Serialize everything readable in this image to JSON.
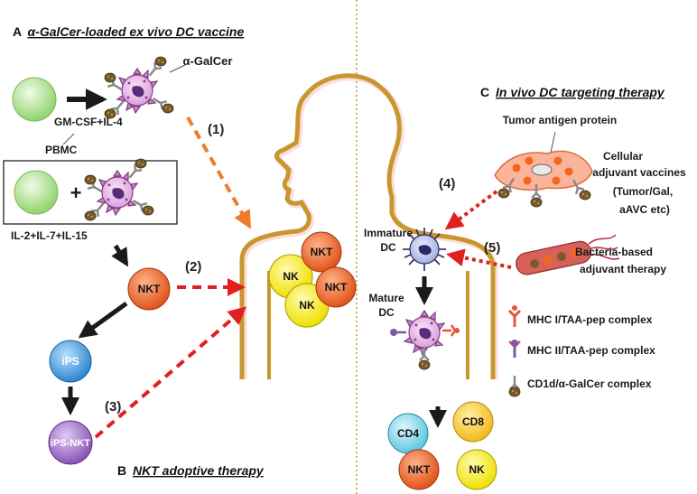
{
  "sections": {
    "a_letter": "A",
    "a_title": "α-GalCer-loaded ex vivo DC vaccine",
    "b_letter": "B",
    "b_title": "NKT adoptive therapy",
    "c_letter": "C",
    "c_title": "In vivo DC targeting therapy"
  },
  "labels": {
    "agalcer": "α-GalCer",
    "gmcsf": "GM-CSF+IL-4",
    "pbmc": "PBMC",
    "il": "IL-2+IL-7+IL-15",
    "tumor_antigen": "Tumor antigen protein",
    "cellular_1": "Cellular",
    "cellular_2": "adjuvant vaccines",
    "cellular_3": "(Tumor/Gal,",
    "cellular_4": "aAVC etc)",
    "bacteria_1": "Bacteria-based",
    "bacteria_2": "adjuvant therapy",
    "immature_1": "Immature",
    "immature_2": "DC",
    "mature_1": "Mature",
    "mature_2": "DC",
    "plus": "+"
  },
  "cells": {
    "nkt": "NKT",
    "nk": "NK",
    "ips": "iPS",
    "ips_nkt": "iPS-NKT",
    "cd4": "CD4",
    "cd8": "CD8"
  },
  "steps": [
    "(1)",
    "(2)",
    "(3)",
    "(4)",
    "(5)"
  ],
  "legend": [
    {
      "label": "MHC I/TAA-pep complex",
      "icon": "mhc-i-icon",
      "color": "#e8543a"
    },
    {
      "label": "MHC II/TAA-pep complex",
      "icon": "mhc-ii-icon",
      "color": "#7a5aa6"
    },
    {
      "label": "CD1d/α-GalCer complex",
      "icon": "cd1d-icon",
      "color": "#8a8a8a"
    }
  ],
  "colors": {
    "body_outline": "#c8962e",
    "arrow_red": "#e02020",
    "arrow_orange": "#f07a2a",
    "pbmc_green": "#b6e39a",
    "nkt_orange": "#f26a2b",
    "nk_yellow": "#f5e81c",
    "ips_blue": "#3f9fdf",
    "ips_nkt_purple": "#9b6bc2",
    "cd4_cyan": "#7fd3e6",
    "cd8_gold": "#f7c630",
    "divider": "#c8962e"
  }
}
